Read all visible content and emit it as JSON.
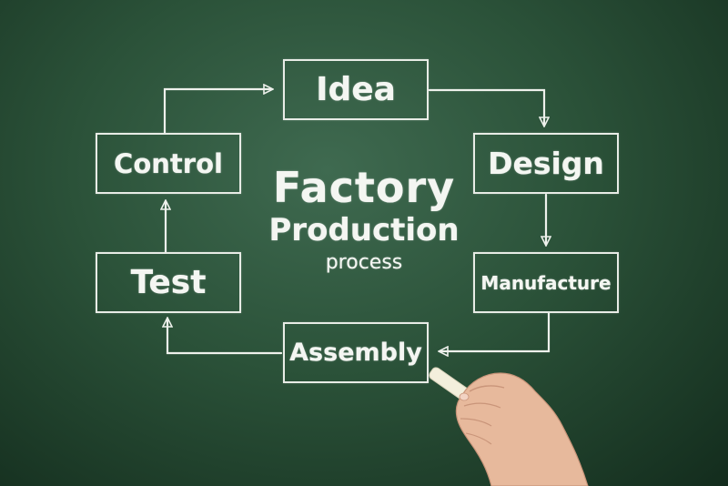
{
  "diagram": {
    "title_line1": "Factory",
    "title_line2": "Production",
    "title_line3": "process",
    "nodes": {
      "idea": "Idea",
      "design": "Design",
      "manufacture": "Manufacture",
      "assembly": "Assembly",
      "test": "Test",
      "control": "Control"
    }
  },
  "colors": {
    "board": "#2b5239",
    "chalk": "#f4f6f2"
  }
}
